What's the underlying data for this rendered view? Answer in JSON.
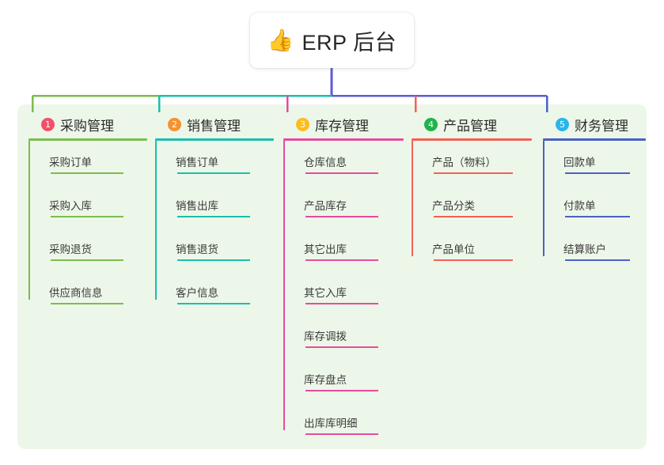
{
  "title": {
    "emoji": "👍",
    "icon_name": "thumbs-up-emoji",
    "text": "ERP 后台"
  },
  "palette": {
    "panel_background": "#edf7e9",
    "page_background": "#ffffff",
    "card_background": "#ffffff",
    "title_text": "#262626",
    "node_text": "#3a3a3a",
    "trunk": "#5b5bd6"
  },
  "columns": [
    {
      "number": "1",
      "label": "采购管理",
      "badge_color": "#f2506a",
      "line_color": "#7bbd4e",
      "items": [
        {
          "label": "采购订单"
        },
        {
          "label": "采购入库"
        },
        {
          "label": "采购退货"
        },
        {
          "label": "供应商信息"
        }
      ]
    },
    {
      "number": "2",
      "label": "销售管理",
      "badge_color": "#f5922f",
      "line_color": "#19bfae",
      "items": [
        {
          "label": "销售订单"
        },
        {
          "label": "销售出库"
        },
        {
          "label": "销售退货"
        },
        {
          "label": "客户信息"
        }
      ]
    },
    {
      "number": "3",
      "label": "库存管理",
      "badge_color": "#fbbd1f",
      "line_color": "#e84a9e",
      "items": [
        {
          "label": "仓库信息"
        },
        {
          "label": "产品库存"
        },
        {
          "label": "其它出库"
        },
        {
          "label": "其它入库"
        },
        {
          "label": "库存调拨"
        },
        {
          "label": "库存盘点"
        },
        {
          "label": "出库库明细"
        }
      ]
    },
    {
      "number": "4",
      "label": "产品管理",
      "badge_color": "#22b24c",
      "line_color": "#f55f55",
      "items": [
        {
          "label": "产品（物料）"
        },
        {
          "label": "产品分类"
        },
        {
          "label": "产品单位"
        }
      ]
    },
    {
      "number": "5",
      "label": "财务管理",
      "badge_color": "#29b6e8",
      "line_color": "#4b61c4",
      "items": [
        {
          "label": "回款单"
        },
        {
          "label": "付款单"
        },
        {
          "label": "结算账户"
        }
      ]
    }
  ]
}
